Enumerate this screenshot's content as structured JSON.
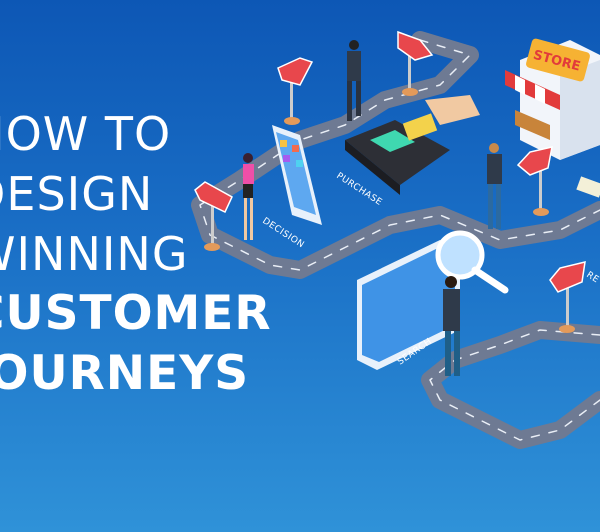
{
  "headline": {
    "lines": [
      "HOW TO",
      "DESIGN",
      "WINNING",
      "CUSTOMER",
      "JOURNEYS"
    ]
  },
  "illustration": {
    "store_sign": "STORE",
    "stages": [
      "DECISION",
      "PURCHASE",
      "SEARCH",
      "RE"
    ],
    "colors": {
      "background_top": "#0d57b5",
      "background_bottom": "#2f92d8",
      "road": "#6e7a93",
      "sign_arrow": "#e8474c",
      "awning": "#e23b3b"
    }
  }
}
